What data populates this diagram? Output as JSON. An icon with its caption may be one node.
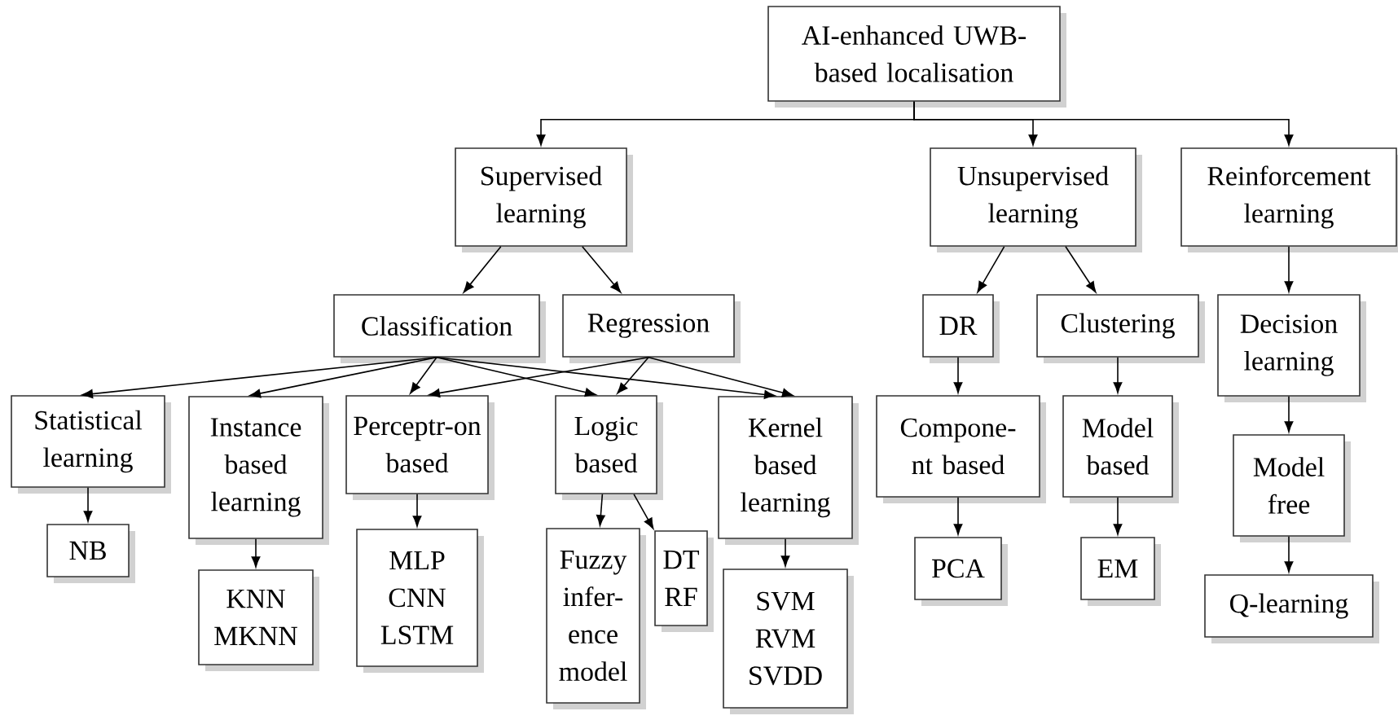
{
  "diagram": {
    "nodes": [
      {
        "text": [
          "AI-enhanced UWB-based localisation"
        ]
      },
      {
        "text": [
          "Supervised learning"
        ]
      },
      {
        "text": [
          "Unsupervised learning"
        ]
      },
      {
        "text": [
          "Reinforcement learning"
        ]
      },
      {
        "text": [
          "Classification"
        ]
      },
      {
        "text": [
          "Regression"
        ]
      },
      {
        "text": [
          "Statistical learning"
        ]
      },
      {
        "text": [
          "Instance based learning"
        ]
      },
      {
        "text": [
          "Perceptr-on based"
        ]
      },
      {
        "text": [
          "Logic based"
        ]
      },
      {
        "text": [
          "Kernel based learning"
        ]
      },
      {
        "text": [
          "DR"
        ]
      },
      {
        "text": [
          "Clustering"
        ]
      },
      {
        "text": [
          "Decision learning"
        ]
      },
      {
        "text": [
          "Compone-nt based"
        ]
      },
      {
        "text": [
          "Model based"
        ]
      },
      {
        "text": [
          "Model free"
        ]
      },
      {
        "text": [
          "NB"
        ]
      },
      {
        "text": [
          "KNN MKNN"
        ]
      },
      {
        "text": [
          "MLP CNN LSTM"
        ]
      },
      {
        "text": [
          "Fuzzy infer-ence model"
        ]
      },
      {
        "text": [
          "DT RF"
        ]
      },
      {
        "text": [
          "SVM RVM SVDD"
        ]
      },
      {
        "text": [
          "PCA"
        ]
      },
      {
        "text": [
          "EM"
        ]
      },
      {
        "text": [
          "Q-learning"
        ]
      }
    ],
    "edges": [
      {
        "from": 0,
        "to": 1,
        "arrow": "to"
      },
      {
        "from": 0,
        "to": 2,
        "arrow": "to"
      },
      {
        "from": 0,
        "to": 3,
        "arrow": "to"
      },
      {
        "from": 1,
        "to": 4,
        "arrow": "to"
      },
      {
        "from": 1,
        "to": 5,
        "arrow": "to"
      },
      {
        "from": 4,
        "to": 6,
        "arrow": "to"
      },
      {
        "from": 4,
        "to": 7,
        "arrow": "to"
      },
      {
        "from": 4,
        "to": 8,
        "arrow": "to"
      },
      {
        "from": 4,
        "to": 9,
        "arrow": "to"
      },
      {
        "from": 4,
        "to": 10,
        "arrow": "to"
      },
      {
        "from": 5,
        "to": 8,
        "arrow": "to"
      },
      {
        "from": 5,
        "to": 9,
        "arrow": "to"
      },
      {
        "from": 5,
        "to": 10,
        "arrow": "to"
      },
      {
        "from": 2,
        "to": 11,
        "arrow": "to"
      },
      {
        "from": 2,
        "to": 12,
        "arrow": "to"
      },
      {
        "from": 3,
        "to": 13,
        "arrow": "to"
      },
      {
        "from": 11,
        "to": 14,
        "arrow": "to"
      },
      {
        "from": 12,
        "to": 15,
        "arrow": "to"
      },
      {
        "from": 13,
        "to": 16,
        "arrow": "to"
      },
      {
        "from": 6,
        "to": 17,
        "arrow": "to"
      },
      {
        "from": 7,
        "to": 18,
        "arrow": "to"
      },
      {
        "from": 8,
        "to": 19,
        "arrow": "to"
      },
      {
        "from": 9,
        "to": 20,
        "arrow": "to"
      },
      {
        "from": 9,
        "to": 21,
        "arrow": "to"
      },
      {
        "from": 10,
        "to": 22,
        "arrow": "to"
      },
      {
        "from": 14,
        "to": 23,
        "arrow": "to"
      },
      {
        "from": 15,
        "to": 24,
        "arrow": "to"
      },
      {
        "from": 16,
        "to": 25,
        "arrow": "to"
      }
    ]
  }
}
